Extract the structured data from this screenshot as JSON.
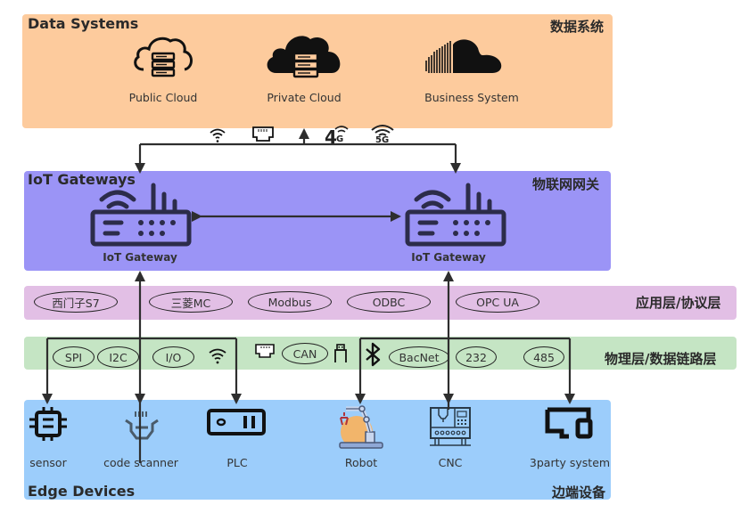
{
  "layers": {
    "data_systems": {
      "title_en": "Data Systems",
      "title_cn": "数据系统",
      "color": "#fdcb9d",
      "items": [
        {
          "label": "Public Cloud",
          "icon": "cloud-server-outline-icon"
        },
        {
          "label": "Private Cloud",
          "icon": "cloud-server-filled-icon"
        },
        {
          "label": "Business System",
          "icon": "soundcloud-style-cloud-icon"
        }
      ]
    },
    "connectivity": {
      "icons": [
        "wifi-icon",
        "ethernet-port-icon",
        "4g-icon",
        "5g-icon"
      ],
      "label_4g": "4",
      "label_4g_sub": "G",
      "label_5g": "5G"
    },
    "iot_gateways": {
      "title_en": "IoT Gateways",
      "title_cn": "物联网网关",
      "color": "#9b94f6",
      "items": [
        {
          "label": "IoT Gateway",
          "icon": "router-icon"
        },
        {
          "label": "IoT Gateway",
          "icon": "router-icon"
        }
      ]
    },
    "application_layer": {
      "title_cn": "应用层/协议层",
      "color": "#e2bfe5",
      "protocols": [
        "西门子S7",
        "三菱MC",
        "Modbus",
        "ODBC",
        "OPC UA"
      ]
    },
    "physical_layer": {
      "title_cn": "物理层/数据链路层",
      "color": "#c5e5c4",
      "protocols": [
        "SPI",
        "I2C",
        "I/O",
        "CAN",
        "BacNet",
        "232",
        "485"
      ],
      "icons": [
        "wifi-icon",
        "ethernet-port-icon",
        "usb-icon",
        "bluetooth-icon"
      ]
    },
    "edge_devices": {
      "title_en": "Edge Devices",
      "title_cn": "边端设备",
      "color": "#9ccdfb",
      "items": [
        {
          "label": "sensor",
          "icon": "chip-icon"
        },
        {
          "label": "code scanner",
          "icon": "barcode-scanner-icon"
        },
        {
          "label": "PLC",
          "icon": "plc-icon"
        },
        {
          "label": "Robot",
          "icon": "robot-arm-icon"
        },
        {
          "label": "CNC",
          "icon": "cnc-machine-icon"
        },
        {
          "label": "3party system",
          "icon": "third-party-system-icon"
        }
      ]
    }
  }
}
